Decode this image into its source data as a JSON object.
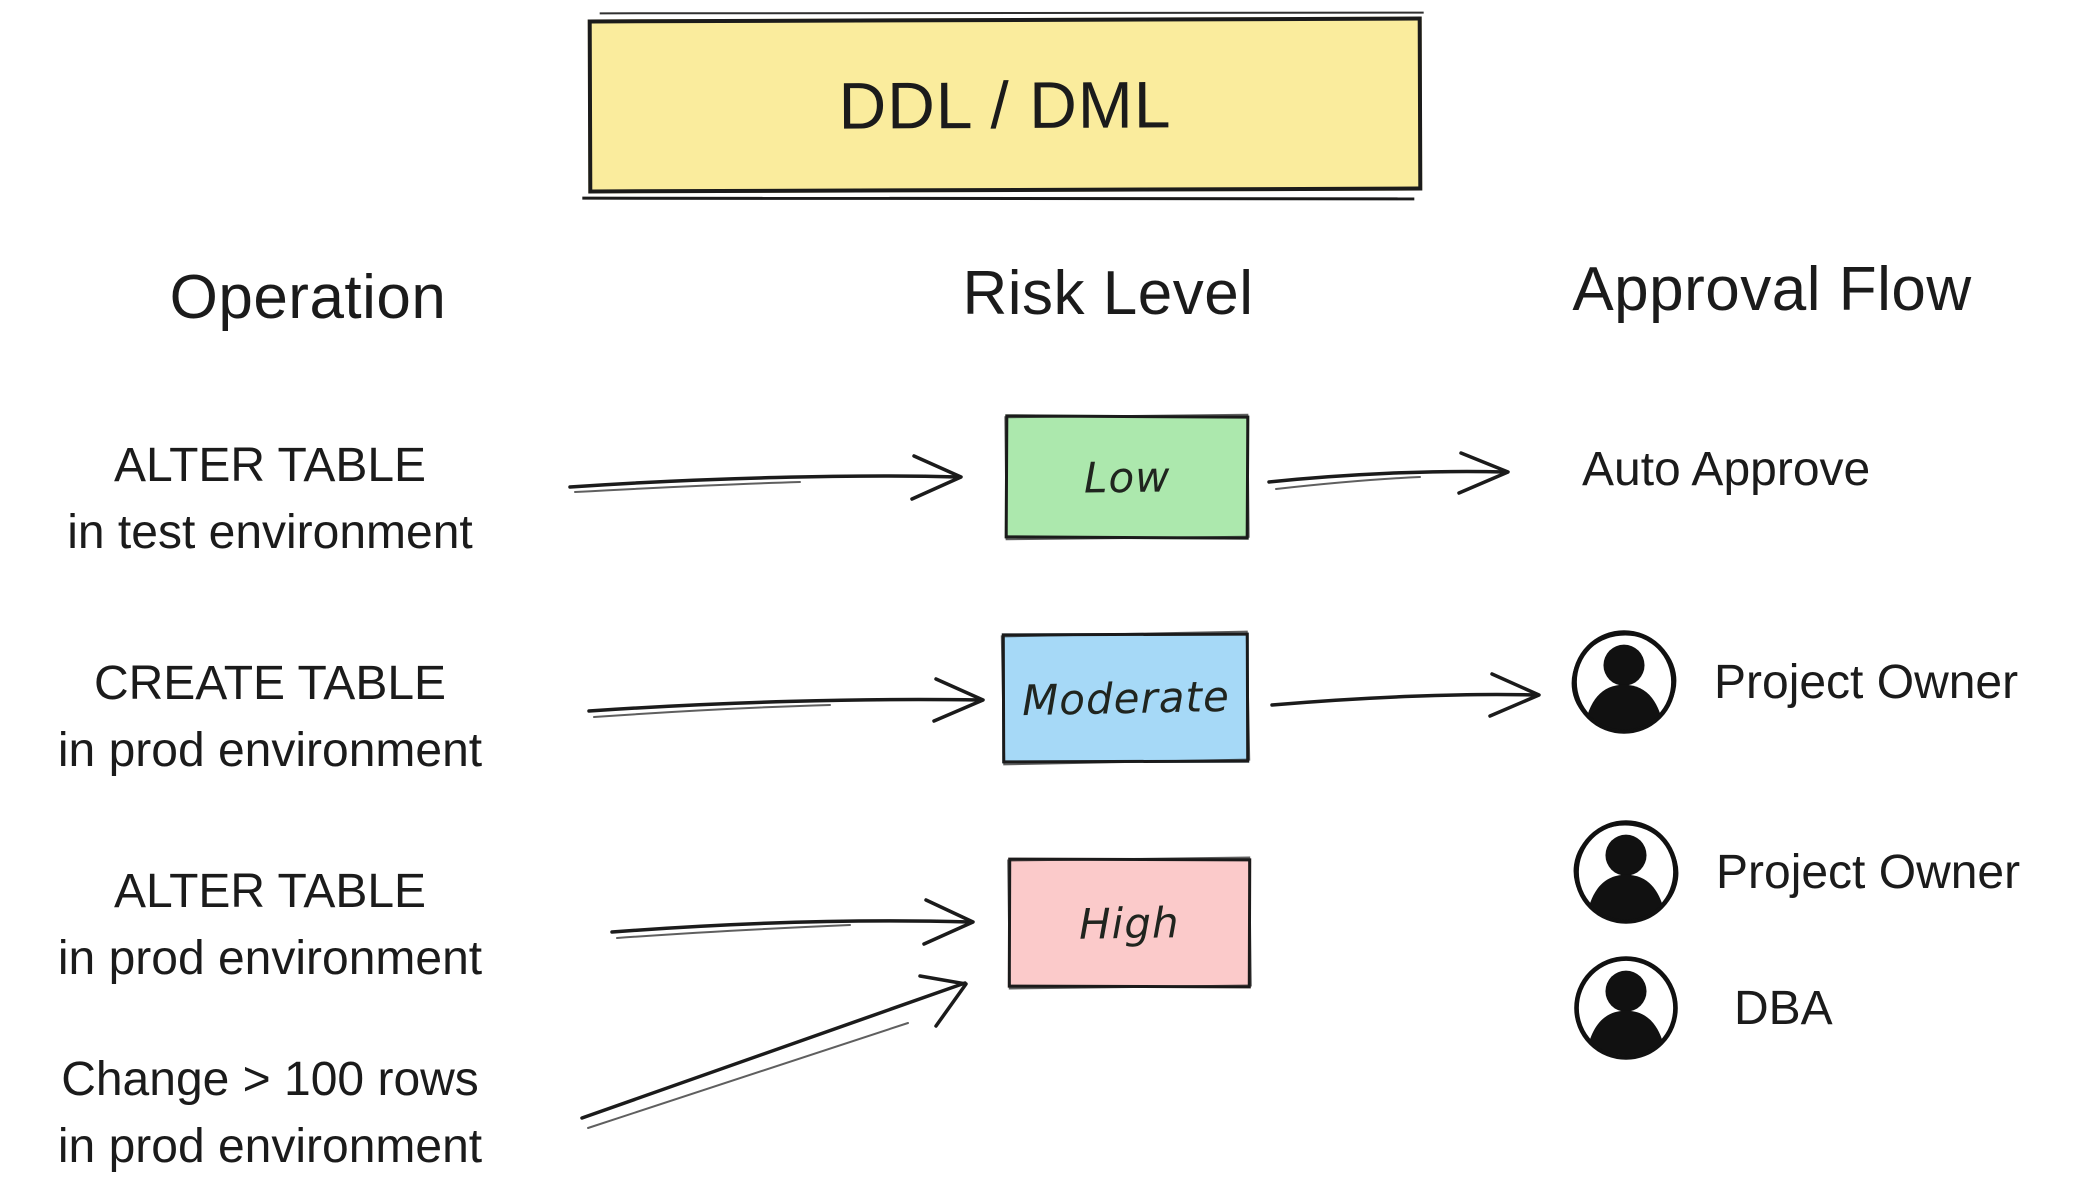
{
  "title": {
    "label": "DDL / DML"
  },
  "headers": {
    "operation": "Operation",
    "risk_level": "Risk Level",
    "approval_flow": "Approval Flow"
  },
  "rows": [
    {
      "operations": [
        {
          "line1": "ALTER TABLE",
          "line2": "in test environment"
        }
      ],
      "risk": {
        "label": "Low",
        "color": "#ace8ad"
      },
      "approvers": [
        {
          "type": "text",
          "label": "Auto Approve"
        }
      ]
    },
    {
      "operations": [
        {
          "line1": "CREATE TABLE",
          "line2": "in prod environment"
        }
      ],
      "risk": {
        "label": "Moderate",
        "color": "#a6d9f7"
      },
      "approvers": [
        {
          "type": "person",
          "label": "Project Owner"
        }
      ]
    },
    {
      "operations": [
        {
          "line1": "ALTER TABLE",
          "line2": "in prod environment"
        },
        {
          "line1": "Change > 100 rows",
          "line2": "in prod environment"
        }
      ],
      "risk": {
        "label": "High",
        "color": "#fbcaca"
      },
      "approvers": [
        {
          "type": "person",
          "label": "Project Owner"
        },
        {
          "type": "person",
          "label": "DBA"
        }
      ]
    }
  ],
  "palette": {
    "title_bg": "#faec9d",
    "low_bg": "#ace8ad",
    "moderate_bg": "#a6d9f7",
    "high_bg": "#fbcaca",
    "ink": "#1b1b1b"
  }
}
